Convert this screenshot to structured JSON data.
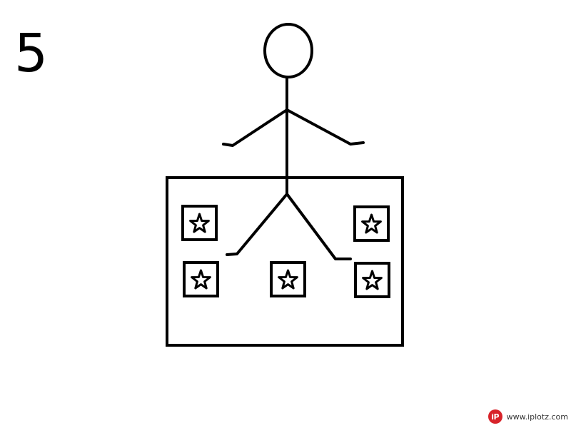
{
  "frame": {
    "number": "5"
  },
  "colors": {
    "stroke": "#000000",
    "background": "#ffffff",
    "brand": "#d8232a"
  },
  "watermark": {
    "logo_text": "iP",
    "text": "www.iplotz.com"
  },
  "icons": {
    "tile_symbol": "star-icon",
    "figure": "stick-figure"
  }
}
